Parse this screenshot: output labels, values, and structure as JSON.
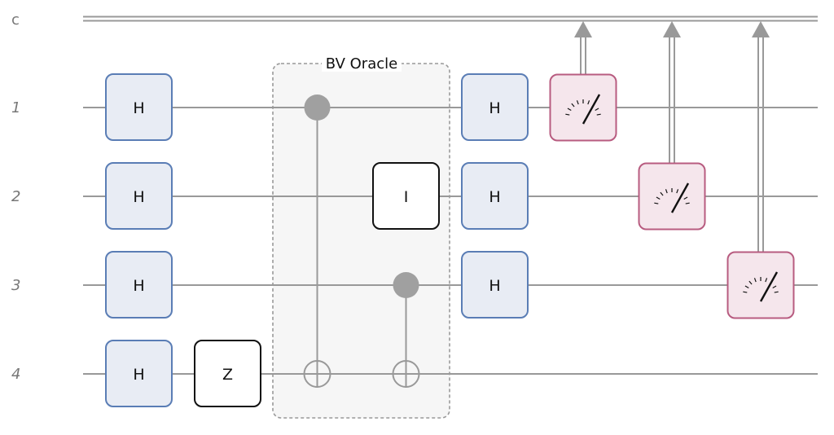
{
  "circuit": {
    "classical_register": {
      "label": "c"
    },
    "qubits": [
      {
        "label": "1"
      },
      {
        "label": "2"
      },
      {
        "label": "3"
      },
      {
        "label": "4"
      }
    ],
    "oracle": {
      "label": "BV Oracle"
    },
    "gates": {
      "h_first": [
        {
          "label": "H",
          "qubit": 1
        },
        {
          "label": "H",
          "qubit": 2
        },
        {
          "label": "H",
          "qubit": 3
        },
        {
          "label": "H",
          "qubit": 4
        }
      ],
      "z": {
        "label": "Z",
        "qubit": 4
      },
      "cnot_1": {
        "control": 1,
        "target": 4
      },
      "identity": {
        "label": "I",
        "qubit": 2
      },
      "cnot_2": {
        "control": 3,
        "target": 4
      },
      "h_second": [
        {
          "label": "H",
          "qubit": 1
        },
        {
          "label": "H",
          "qubit": 2
        },
        {
          "label": "H",
          "qubit": 3
        }
      ],
      "measurements": [
        {
          "qubit": 1,
          "icon": "meter-icon"
        },
        {
          "qubit": 2,
          "icon": "meter-icon"
        },
        {
          "qubit": 3,
          "icon": "meter-icon"
        }
      ]
    },
    "colors": {
      "wire": "#999999",
      "h_fill": "#e8ecf4",
      "h_stroke": "#5a7db5",
      "measure_fill": "#f5e6ec",
      "measure_stroke": "#b85c80",
      "oracle_fill": "#f6f6f6",
      "oracle_stroke": "#999999",
      "control_dot": "#a0a0a0"
    }
  }
}
